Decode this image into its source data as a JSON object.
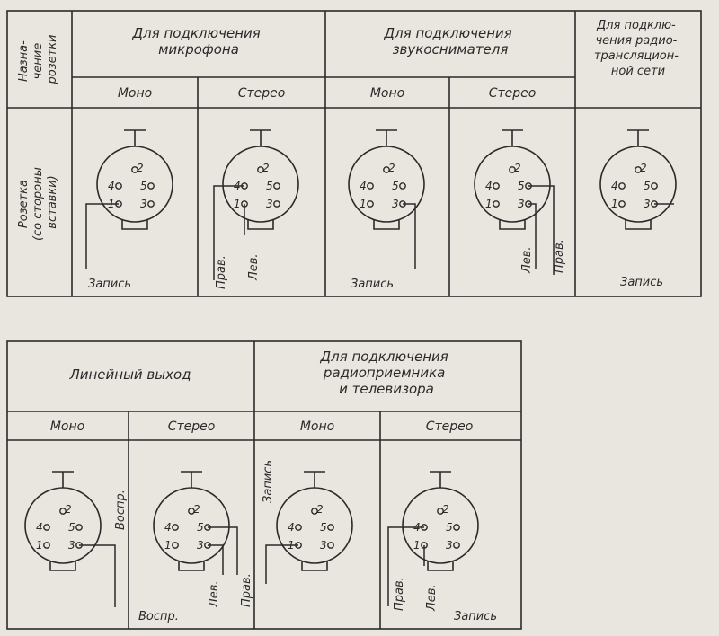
{
  "top_table": {
    "purpose_label": [
      "Назна-",
      "чение",
      "розетки"
    ],
    "socket_label": [
      "Розетка",
      "(со стороны",
      "вставки)"
    ],
    "groups": [
      {
        "title": [
          "Для подключения",
          "микрофона"
        ]
      },
      {
        "title": [
          "Для подключения",
          "звукоснимателя"
        ]
      },
      {
        "title": [
          "Для подклю-",
          "чения радио-",
          "трансляцион-",
          "ной сети"
        ]
      }
    ],
    "mode_headers": [
      "Моно",
      "Стерео",
      "Моно",
      "Стерео"
    ],
    "wire_labels": {
      "record_1": "Запись",
      "right_1": "Прав.",
      "left_1": "Лев.",
      "record_2": "Запись",
      "left_2": "Лев.",
      "right_2": "Прав.",
      "record_3": "Запись"
    }
  },
  "bottom_table": {
    "groups": [
      {
        "title": [
          "Линейный выход"
        ]
      },
      {
        "title": [
          "Для подключения",
          "радиоприемника",
          "и телевизора"
        ]
      }
    ],
    "mode_headers": [
      "Моно",
      "Стерео",
      "Моно",
      "Стерео"
    ],
    "wire_labels": {
      "playback_1": "Воспр.",
      "playback_2": "Воспр.",
      "left_1": "Лев.",
      "right_1": "Прав.",
      "record_1": "Запись",
      "right_2": "Прав.",
      "left_2": "Лев.",
      "record_2": "Запись"
    }
  },
  "pin_numbers": [
    "1",
    "2",
    "3",
    "4",
    "5"
  ]
}
